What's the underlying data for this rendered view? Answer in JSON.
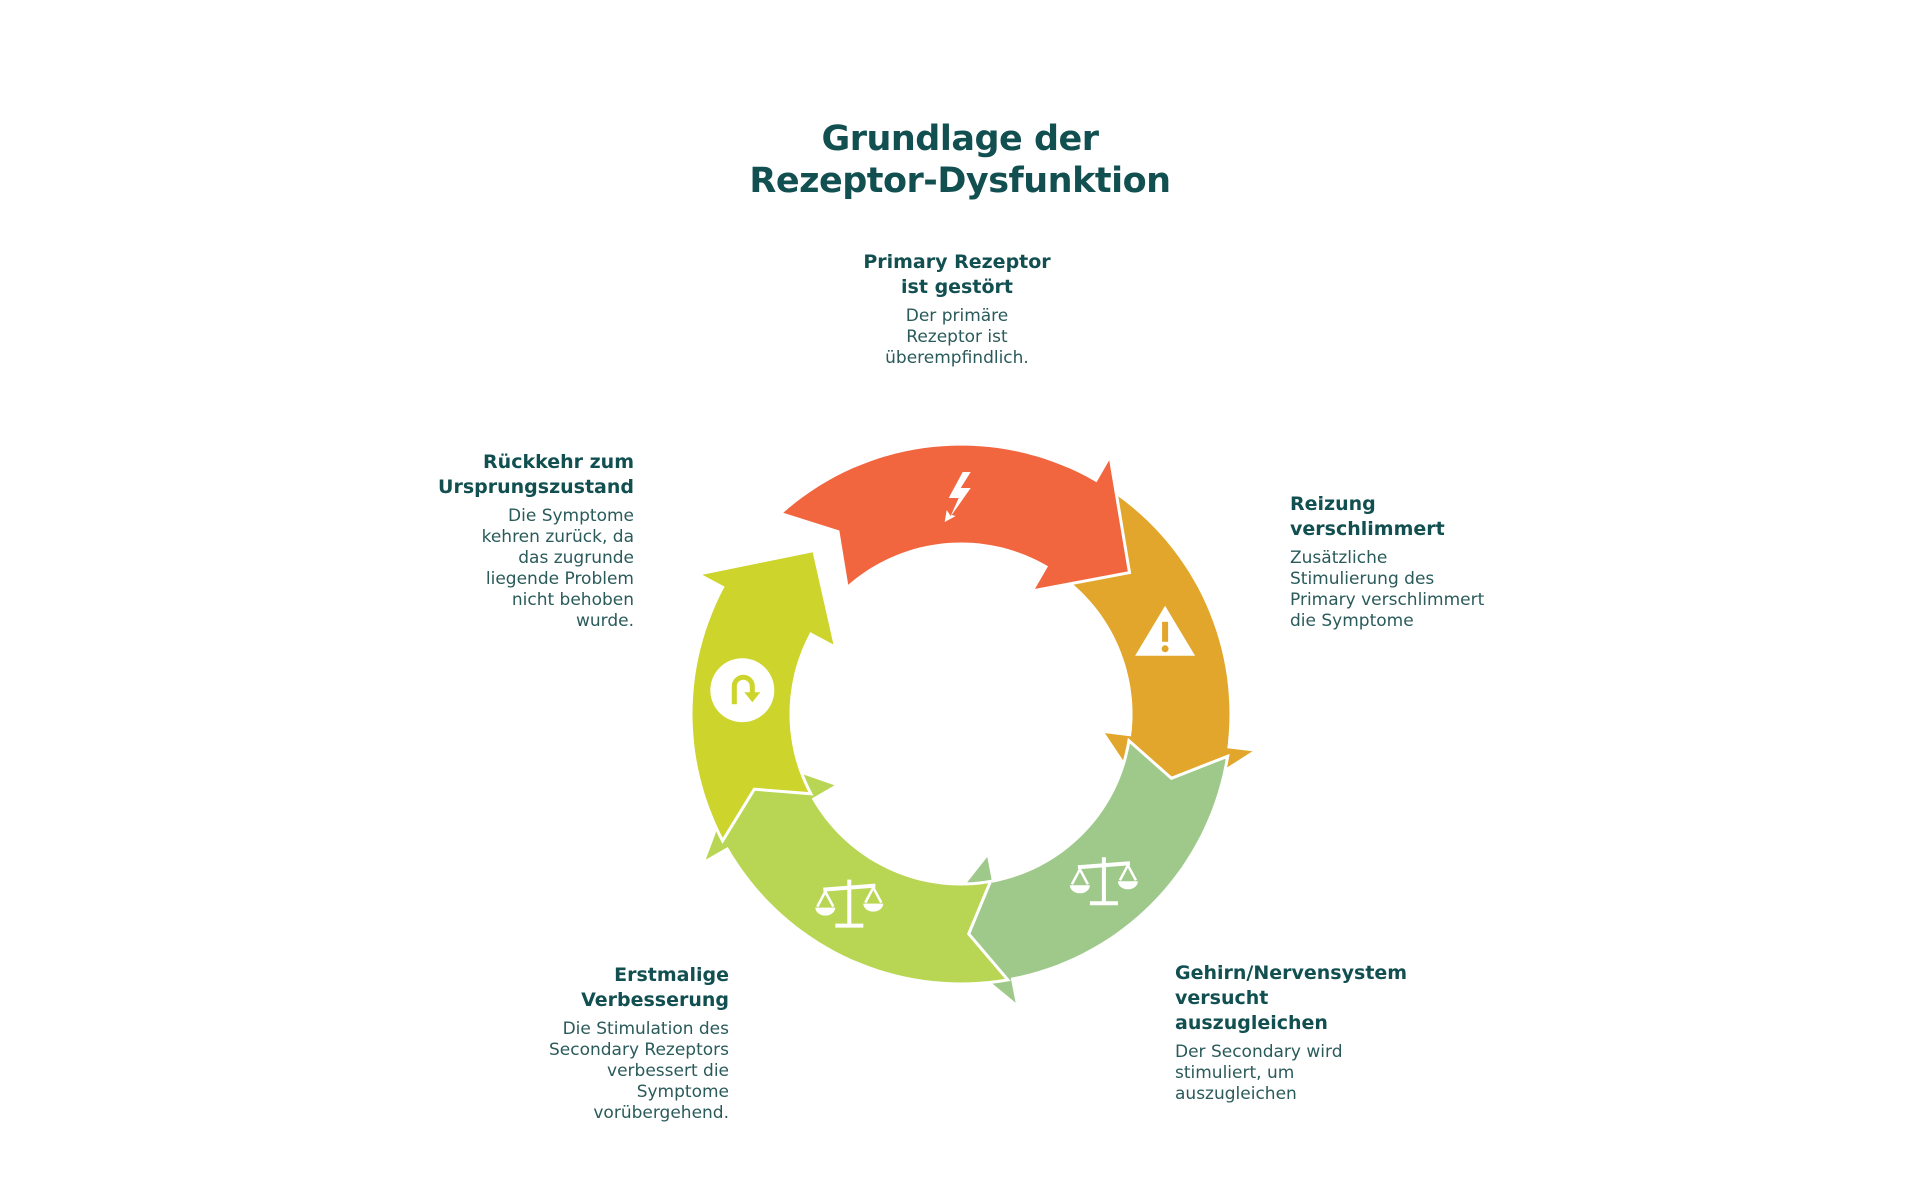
{
  "title": {
    "line1": "Grundlage der",
    "line2": "Rezeptor-Dysfunktion"
  },
  "steps": [
    {
      "title1": "Primary Rezeptor",
      "title2": "ist gestört",
      "body": [
        "Der primäre",
        "Rezeptor ist",
        "überempfindlich."
      ],
      "color": "#f2663f",
      "icon": "lightning-icon"
    },
    {
      "title1": "Reizung",
      "title2": "verschlimmert",
      "body": [
        "Zusätzliche",
        "Stimulierung des",
        "Primary verschlimmert",
        "die Symptome"
      ],
      "color": "#e1a62b",
      "icon": "warning-icon"
    },
    {
      "title1": "Gehirn/Nervensystem",
      "title2": "versucht",
      "title3": "auszugleichen",
      "body": [
        "Der Secondary wird",
        "stimuliert, um",
        "auszugleichen"
      ],
      "color": "#9fc98a",
      "icon": "scales-icon"
    },
    {
      "title1": "Erstmalige",
      "title2": "Verbesserung",
      "body": [
        "Die Stimulation des",
        "Secondary Rezeptors",
        "verbessert die",
        "Symptome",
        "vorübergehend."
      ],
      "color": "#b8d653",
      "icon": "scales-icon"
    },
    {
      "title1": "Rückkehr zum",
      "title2": "Ursprungszustand",
      "body": [
        "Die Symptome",
        "kehren zurück, da",
        "das zugrunde",
        "liegende Problem",
        "nicht behoben",
        "wurde."
      ],
      "color": "#cdd42b",
      "icon": "return-arrow-icon"
    }
  ]
}
